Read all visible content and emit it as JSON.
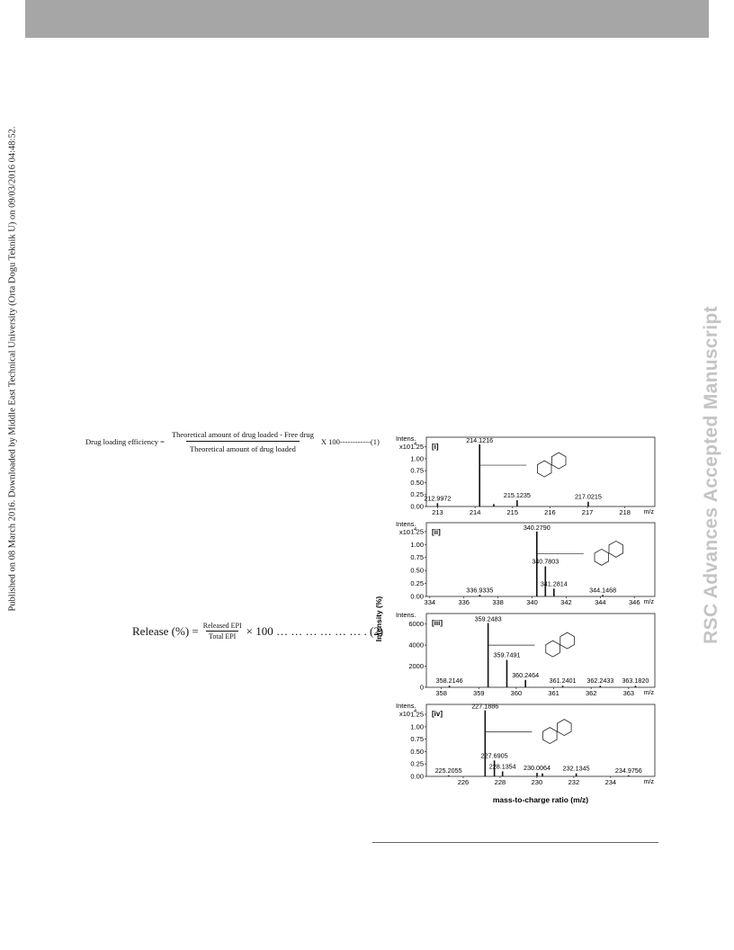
{
  "sidebar_left_text": "Published on 08 March 2016. Downloaded by Middle East Technical University (Orta Dogu Teknik U) on 09/03/2016 04:48:52.",
  "watermark": "RSC Advances Accepted Manuscript",
  "equation1": {
    "lhs": "Drug loading efficiency =",
    "numerator": "Theoretical amount of drug loaded - Free drug",
    "denominator": "Theoretical amount of drug loaded",
    "tail": "X 100",
    "dash": "------------",
    "number": "(1)"
  },
  "equation2": {
    "lhs": "Release (%) =",
    "numerator": "Released EPI",
    "denominator": "Total EPI",
    "tail": "× 100 … … … … … … . (2)"
  },
  "figure": {
    "y_axis_label": "Intensity (%)",
    "x_axis_label": "mass-to-charge ratio (m/z)",
    "intens_label": "Intens.",
    "mz_label": "m/z",
    "panels": [
      {
        "tag": "[i]",
        "scale_label": "x10",
        "scale_exp": "4",
        "yticks": [
          "1.25",
          "1.00",
          "0.75",
          "0.50",
          "0.25",
          "0.00"
        ],
        "yvalues": [
          1.25,
          1.0,
          0.75,
          0.5,
          0.25,
          0.0
        ],
        "ymax": 1.45,
        "xmin": 212.7,
        "xmax": 218.8,
        "xticks": [
          213,
          214,
          215,
          216,
          217,
          218
        ],
        "peaks": [
          {
            "mz": 212.9972,
            "y": 0.07,
            "label": "212.9972"
          },
          {
            "mz": 214.1216,
            "y": 1.3,
            "label": "214.1216"
          },
          {
            "mz": 214.5,
            "y": 0.05,
            "label": ""
          },
          {
            "mz": 215.1235,
            "y": 0.13,
            "label": "215.1235"
          },
          {
            "mz": 217.0215,
            "y": 0.1,
            "label": "217.0215"
          }
        ]
      },
      {
        "tag": "[ii]",
        "scale_label": "x10",
        "scale_exp": "4",
        "yticks": [
          "1.25",
          "1.00",
          "0.75",
          "0.50",
          "0.25",
          "0.00"
        ],
        "yvalues": [
          1.25,
          1.0,
          0.75,
          0.5,
          0.25,
          0.0
        ],
        "ymax": 1.42,
        "xmin": 333.8,
        "xmax": 347.2,
        "xticks": [
          334,
          336,
          338,
          340,
          342,
          344,
          346
        ],
        "peaks": [
          {
            "mz": 336.9335,
            "y": 0.03,
            "label": "336.9335"
          },
          {
            "mz": 340.279,
            "y": 1.25,
            "label": "340.2790"
          },
          {
            "mz": 340.7803,
            "y": 0.58,
            "label": "340.7803"
          },
          {
            "mz": 341.2814,
            "y": 0.15,
            "label": "341.2814"
          },
          {
            "mz": 344.1468,
            "y": 0.03,
            "label": "344.1468"
          }
        ]
      },
      {
        "tag": "[iii]",
        "scale_label": "",
        "scale_exp": "",
        "yticks": [
          "6000",
          "4000",
          "2000",
          "0"
        ],
        "yvalues": [
          6000,
          4000,
          2000,
          0
        ],
        "ymax": 7000,
        "xmin": 357.6,
        "xmax": 363.7,
        "xticks": [
          358,
          359,
          360,
          361,
          362,
          363
        ],
        "peaks": [
          {
            "mz": 358.2146,
            "y": 150,
            "label": "358.2146"
          },
          {
            "mz": 359.2483,
            "y": 6100,
            "label": "359.2483"
          },
          {
            "mz": 359.7491,
            "y": 2600,
            "label": "359.7491"
          },
          {
            "mz": 360.2464,
            "y": 700,
            "label": "360.2464"
          },
          {
            "mz": 361.2401,
            "y": 150,
            "label": "361.2401"
          },
          {
            "mz": 362.2433,
            "y": 150,
            "label": "362.2433"
          },
          {
            "mz": 363.182,
            "y": 150,
            "label": "363.1820"
          }
        ]
      },
      {
        "tag": "[iv]",
        "scale_label": "x10",
        "scale_exp": "4",
        "yticks": [
          "1.25",
          "1.00",
          "0.75",
          "0.50",
          "0.25",
          "0.00"
        ],
        "yvalues": [
          1.25,
          1.0,
          0.75,
          0.5,
          0.25,
          0.0
        ],
        "ymax": 1.45,
        "xmin": 224.0,
        "xmax": 236.4,
        "xticks": [
          226,
          228,
          230,
          232,
          234
        ],
        "peaks": [
          {
            "mz": 225.2055,
            "y": 0.02,
            "label": "225.2055"
          },
          {
            "mz": 227.1886,
            "y": 1.33,
            "label": "227.1886"
          },
          {
            "mz": 227.6905,
            "y": 0.32,
            "label": "227.6905"
          },
          {
            "mz": 228.1354,
            "y": 0.1,
            "label": "228.1354"
          },
          {
            "mz": 230.0064,
            "y": 0.07,
            "label": "230.0064"
          },
          {
            "mz": 230.3,
            "y": 0.06,
            "label": ""
          },
          {
            "mz": 232.1345,
            "y": 0.06,
            "label": "232.1345"
          },
          {
            "mz": 234.9756,
            "y": 0.02,
            "label": "234.9756"
          }
        ]
      }
    ]
  }
}
